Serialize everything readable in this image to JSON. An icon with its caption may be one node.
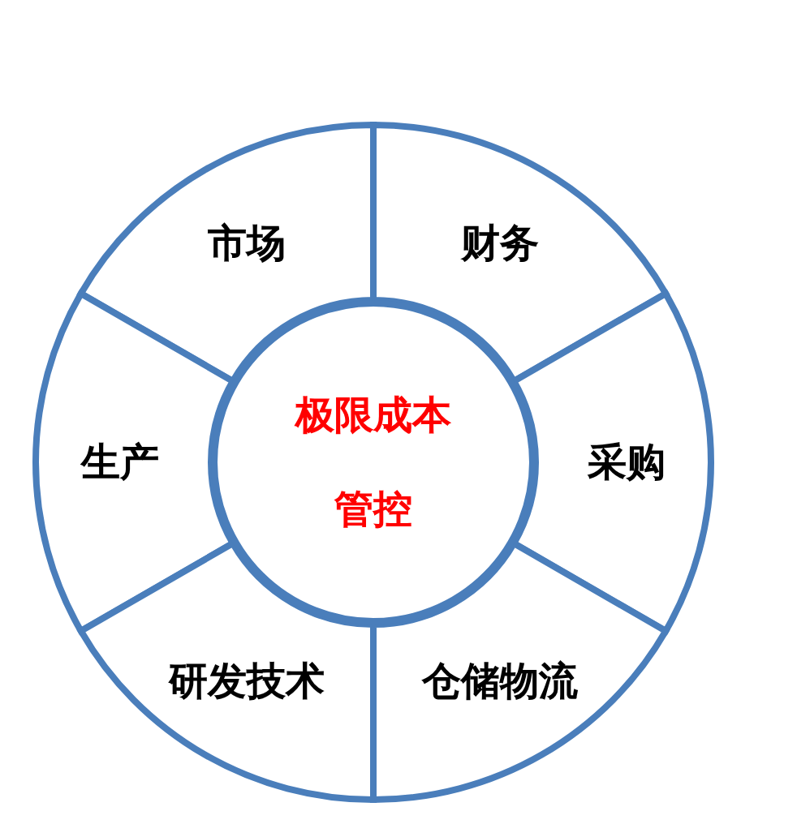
{
  "diagram": {
    "nodes": [
      {
        "text": [
          "市场"
        ]
      },
      {
        "text": [
          "财务"
        ]
      },
      {
        "text": [
          "极限成本管控"
        ]
      },
      {
        "text": [
          "生产"
        ]
      },
      {
        "text": [
          "采购"
        ]
      },
      {
        "text": [
          "研发技术"
        ]
      },
      {
        "text": [
          "仓储物流"
        ]
      }
    ]
  }
}
